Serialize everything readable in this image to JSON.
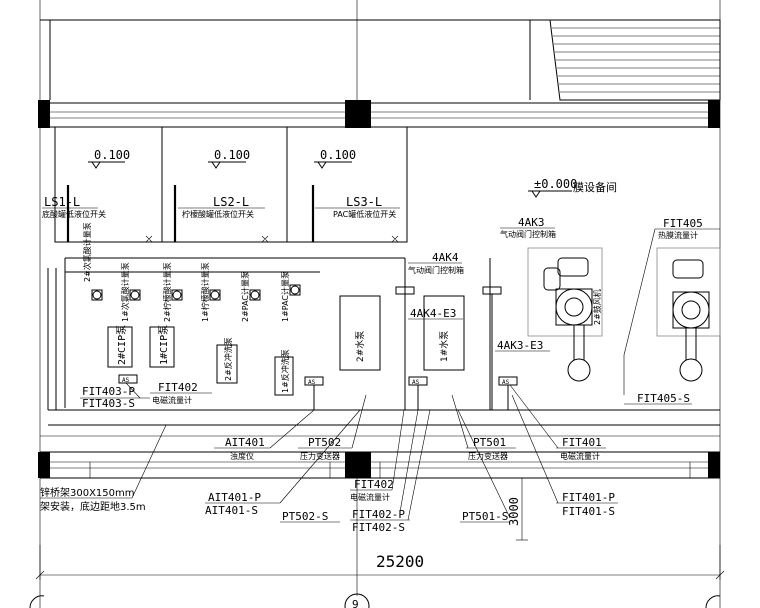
{
  "elevations": {
    "tank1": "0.100",
    "tank2": "0.100",
    "tank3": "0.100",
    "room": "±0.000"
  },
  "room_name": "膜设备间",
  "switches": [
    {
      "tag": "LS1-L",
      "desc": "底酸罐低液位开关"
    },
    {
      "tag": "LS2-L",
      "desc": "柠檬酸罐低液位开关"
    },
    {
      "tag": "LS3-L",
      "desc": "PAC罐低液位开关"
    }
  ],
  "pump_labels": [
    "2#次氯酸计量泵",
    "1#次氯酸计量泵",
    "2#柠檬酸计量泵",
    "1#柠檬酸计量泵",
    "2#PAC计量泵",
    "1#PAC计量泵"
  ],
  "cip_labels": [
    "2#CIP泵",
    "1#CIP泵"
  ],
  "backwash_labels": [
    "2#反冲洗泵",
    "1#反冲洗泵"
  ],
  "water_pump_labels": [
    "2#水泵",
    "1#水泵"
  ],
  "fan_label": "2#鼓风机",
  "panels": {
    "ak4": {
      "tag": "4AK4",
      "desc": "气动阀门控制箱",
      "sub": "4AK4-E3"
    },
    "ak3": {
      "tag": "4AK3",
      "desc": "气动阀门控制箱",
      "sub": "4AK3-E3"
    }
  },
  "fit405": {
    "tag": "FIT405",
    "desc": "热膜流量计",
    "bottom": "FIT405-S"
  },
  "instrument_tags": {
    "fit403_p": "FIT403-P",
    "fit403_s": "FIT403-S",
    "fit402": "FIT402",
    "fit402_desc": "电磁流量计",
    "ait401": "AIT401",
    "ait401_desc": "浊度仪",
    "pt502": "PT502",
    "pt502_desc": "压力变送器",
    "ait401_p": "AIT401-P",
    "ait401_s": "AIT401-S",
    "pt502_s": "PT502-S",
    "fit402_b": "FIT402",
    "fit402_b_desc": "电磁流量计",
    "fit402_p": "FIT402-P",
    "fit402_s": "FIT402-S",
    "pt501": "PT501",
    "pt501_desc": "压力变送器",
    "pt501_s": "PT501-S",
    "fit401": "FIT401",
    "fit401_desc": "电磁流量计",
    "fit401_p": "FIT401-P",
    "fit401_s": "FIT401-S",
    "as": "AS"
  },
  "tray_note": [
    "锌桥架300X150mm",
    "架安装，底边距地3.5m"
  ],
  "dim_vertical": "3000",
  "dim_horizontal": "25200",
  "axis_label": "9"
}
